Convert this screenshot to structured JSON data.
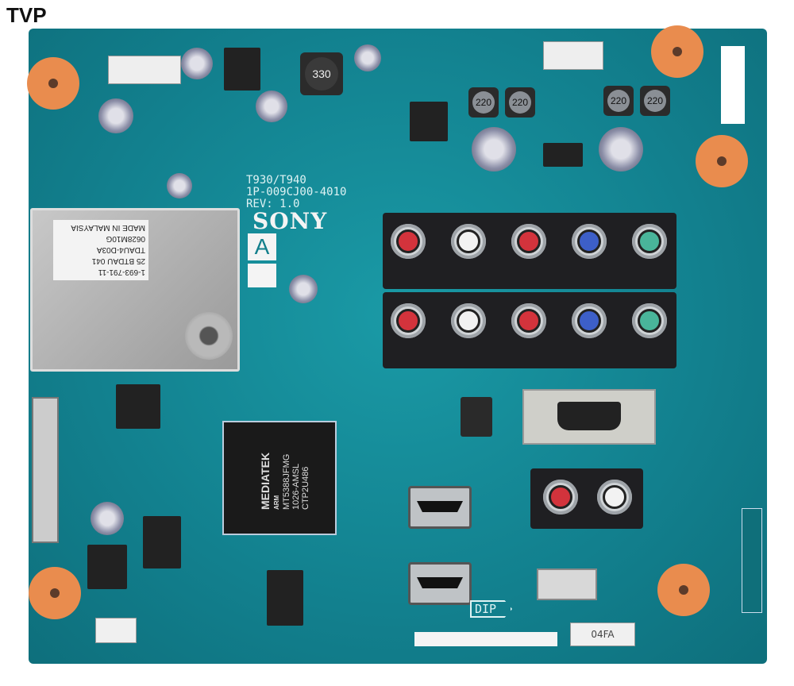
{
  "title": "TVP",
  "board": {
    "model": "T930/T940",
    "part": "1P-009CJ00-4010",
    "rev": "REV: 1.0",
    "brand": "SONY",
    "grade": "A",
    "tuner_label": [
      "MADE IN MALAYSIA",
      "0628M10G",
      "TDAU4-D03A",
      "25 BTDAU 041",
      "1-693-791-11"
    ],
    "soc": {
      "brand": "MEDIATEK",
      "sub": "ARM",
      "lines": [
        "MT5388JFMG",
        "1026-AMSL",
        "CTP2U486"
      ]
    },
    "inductors": [
      "330",
      "220",
      "220",
      "220",
      "220"
    ],
    "dip_label": "DIP",
    "connector_label": "04FA",
    "colors": {
      "board": "#12808e",
      "pads": "#e98c4e",
      "rca_red": "#d3333c",
      "rca_white": "#f2f2f2",
      "rca_blue": "#3d5fc8",
      "rca_green": "#49b59a"
    }
  }
}
